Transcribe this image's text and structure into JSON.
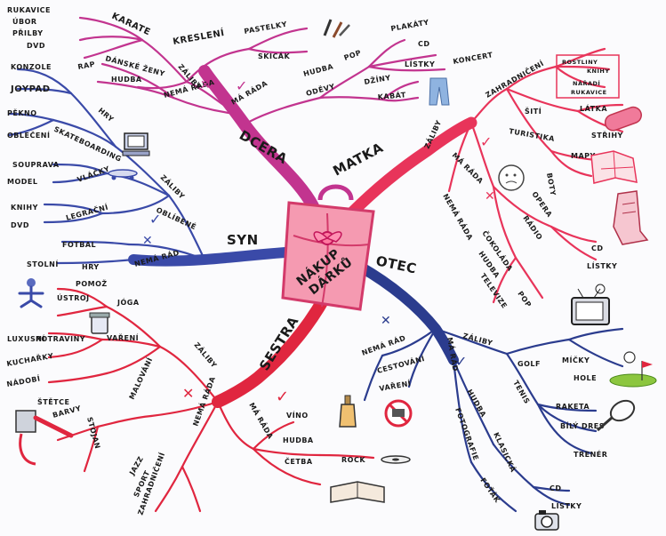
{
  "center": {
    "line1": "NÁKUP",
    "line2": "DÁRKŮ"
  },
  "branches": {
    "dcera": "DCERA",
    "matka": "MATKA",
    "syn": "SYN",
    "otec": "OTEC",
    "sestra": "SESTRA"
  },
  "labels": {
    "zaliby": "ZÁLIBY",
    "ma_rada": "MÁ RÁDA",
    "ma_rad": "MÁ RÁD",
    "nema_rada": "NEMÁ RÁDA",
    "nema_rad": "NEMÁ RÁD",
    "hry": "HRY",
    "oblibene": "OBLÍBENÉ",
    "jazz": "JAZZ",
    "sport": "SPORT"
  },
  "dcera": {
    "karate": "KARATE",
    "rukavice": "RUKAVICE",
    "uador": "ÚBOR",
    "prilby": "PŘILBY",
    "dvd": "DVD",
    "kresleni": "KRESLENÍ",
    "pastelky": "PASTELKY",
    "skicak": "SKICÁK",
    "hudba": "HUDBA",
    "pop": "POP",
    "plakaty": "PLAKÁTY",
    "cd": "CD",
    "listky": "LÍSTKY",
    "koncert": "KONCERT",
    "odevy": "ODĚVY",
    "dziny": "DŽÍNY",
    "kabat": "KABÁT",
    "danske_zeny": "DÁNSKÉ ŽENY",
    "rap": "RAP",
    "hudba2": "HUDBA"
  },
  "matka": {
    "zahradniceni": "ZAHRADNIČENÍ",
    "rostliny": "ROSTLINY",
    "knihy": "KNIHY",
    "naradi": "NÁŘADÍ",
    "rukavice": "RUKAVICE",
    "siti": "ŠITÍ",
    "latka": "LÁTKA",
    "strihy": "STŘIHY",
    "turistika": "TURISTIKA",
    "mapy": "MAPY",
    "boty": "BOTY",
    "opera": "OPERA",
    "cd": "CD",
    "listky": "LÍSTKY",
    "radio": "RÁDIO",
    "cokolada": "ČOKOLÁDA",
    "hudba": "HUDBA",
    "pop": "POP",
    "televize": "TELEVIZE"
  },
  "syn": {
    "konzole": "KONZOLE",
    "joypad": "JOYPAD",
    "pekno": "PĚKNO",
    "obleceni": "OBLEČENÍ",
    "skateboarding": "SKATEBOARDING",
    "souprava": "SOUPRAVA",
    "model": "MODEL",
    "vlacky": "VLÁČKY",
    "knihy": "KNIHY",
    "dvd": "DVD",
    "legracni": "LEGRAČNÍ",
    "fotbal": "FOTBAL",
    "stolni": "STOLNÍ",
    "hry": "HRY"
  },
  "sestra": {
    "pomoz": "POMOŽ",
    "ustroj": "ÚSTROJ",
    "joga": "JÓGA",
    "luxusni": "LUXUSNÍ",
    "potraviny": "POTRAVINY",
    "vareni": "VAŘENÍ",
    "kucharky": "KUCHAŘKY",
    "nadobi": "NÁDOBÍ",
    "stetce": "ŠTĚTCE",
    "barvy": "BARVY",
    "stojan": "STOJAN",
    "malovani": "MALOVÁNÍ",
    "vino": "VÍNO",
    "hudba": "HUDBA",
    "rock": "ROCK",
    "cetba": "ČETBA",
    "zahradniceni": "ZAHRADNIČENÍ"
  },
  "otec": {
    "cestovani": "CESTOVÁNÍ",
    "vareni": "VAŘENÍ",
    "golf": "GOLF",
    "micky": "MÍČKY",
    "hole": "HOLE",
    "tenis": "TENIS",
    "raketa": "RAKETA",
    "bily_dres": "BÍLÝ DRES",
    "trener": "TRENÉR",
    "hudba": "HUDBA",
    "klasicka": "KLASICKÁ",
    "cd": "CD",
    "listky": "LÍSTKY",
    "fotografie": "FOTOGRAFIE",
    "fotak": "FOŤÁK"
  },
  "colors": {
    "dcera": "#c2348f",
    "matka": "#e8345a",
    "syn": "#3a4aa8",
    "otec": "#2b3c8e",
    "sestra": "#e0263f",
    "bag": "#ee6e8a"
  },
  "icons": [
    "pencils-icon",
    "jeans-icon",
    "computer-icon",
    "skateboard-icon",
    "meditation-icon",
    "jar-icon",
    "paintbrush-icon",
    "wine-bottle-icon",
    "book-icon",
    "record-icon",
    "fabric-roll-icon",
    "map-icon",
    "boot-icon",
    "face-icon",
    "tv-icon",
    "golf-ball-icon",
    "golf-green-icon",
    "tennis-racket-icon",
    "camera-icon",
    "gift-bag-icon"
  ]
}
